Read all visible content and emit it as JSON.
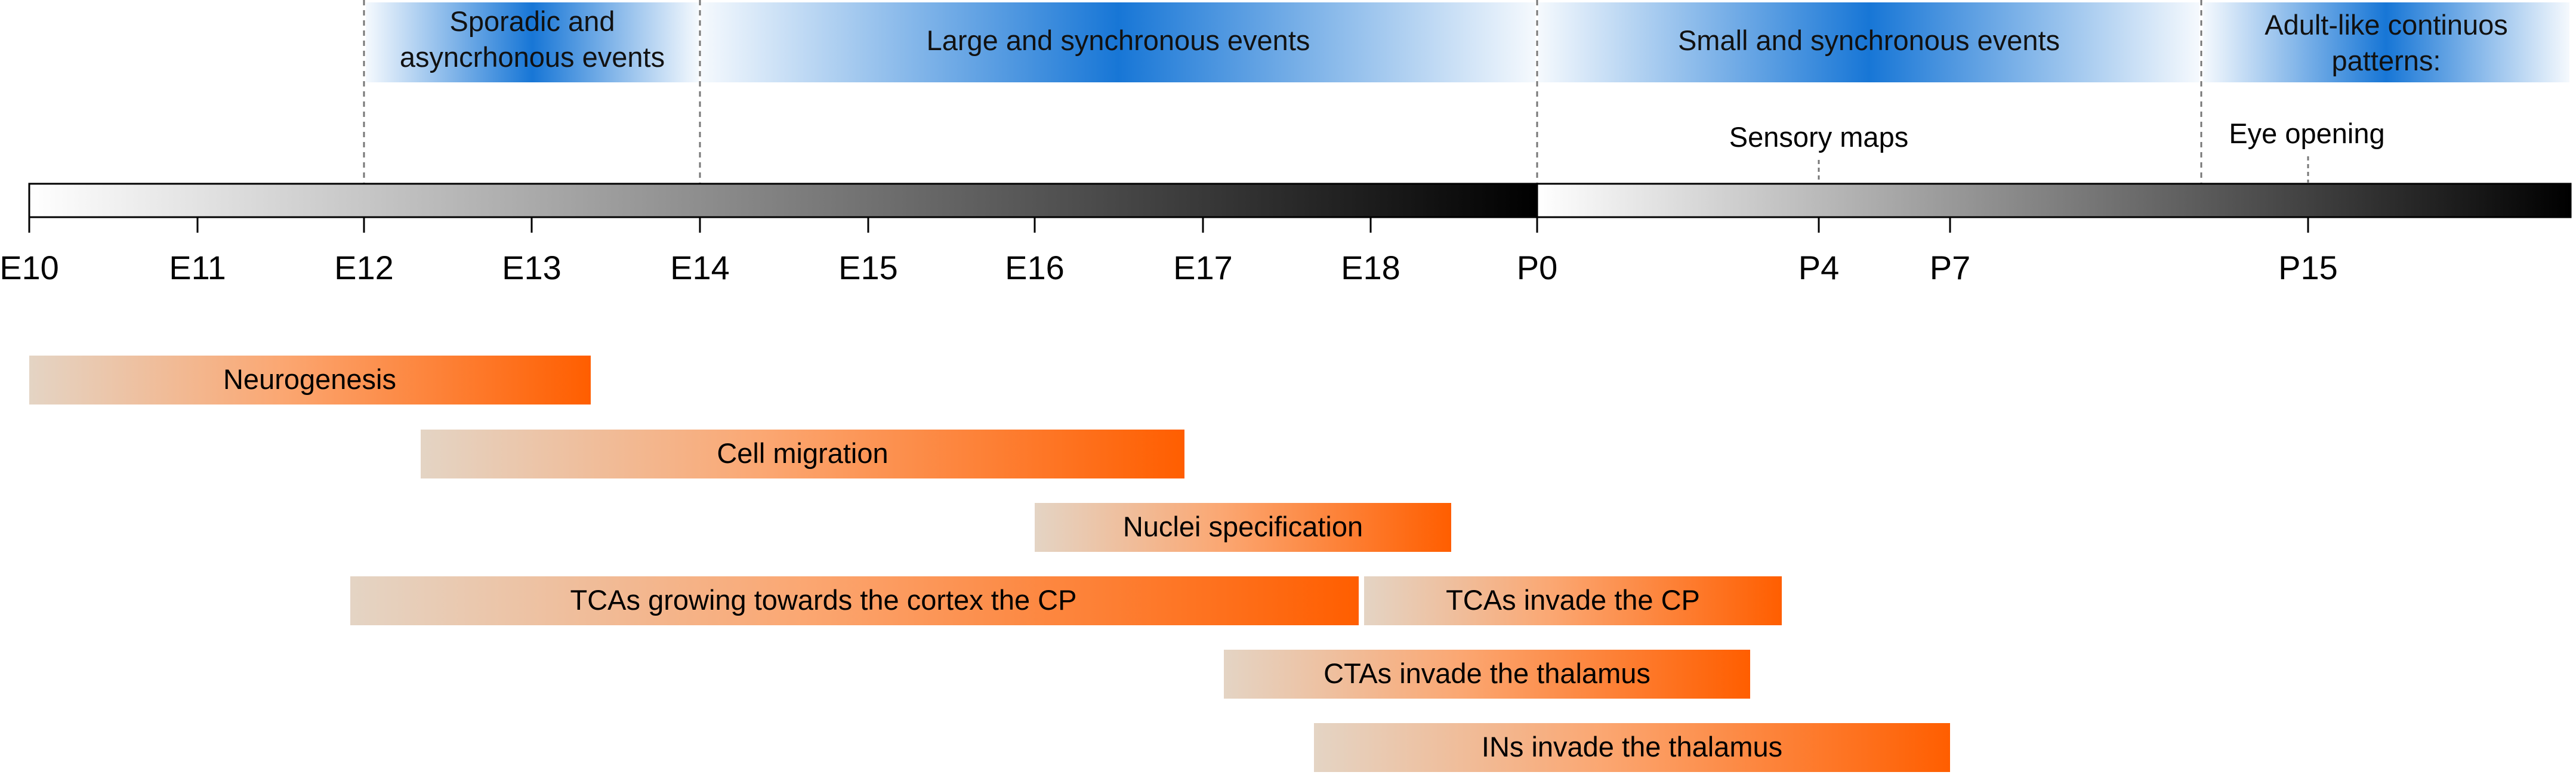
{
  "phases": [
    {
      "lines": [
        "Sporadic and",
        "asyncrhonous events"
      ]
    },
    {
      "lines": [
        "Large and synchronous events"
      ]
    },
    {
      "lines": [
        "Small and synchronous events"
      ]
    },
    {
      "lines": [
        "Adult-like continuos",
        "patterns:"
      ]
    }
  ],
  "timeline": {
    "prenatal_ticks": [
      "E10",
      "E11",
      "E12",
      "E13",
      "E14",
      "E15",
      "E16",
      "E17",
      "E18",
      "P0"
    ],
    "postnatal_ticks": [
      "P4",
      "P7",
      "P15"
    ]
  },
  "milestones": [
    {
      "label": "Sensory maps",
      "at": "P4"
    },
    {
      "label": "Eye opening",
      "at": "P15"
    }
  ],
  "processes": [
    {
      "label": "Neurogenesis"
    },
    {
      "label": "Cell migration"
    },
    {
      "label": "Nuclei specification"
    },
    {
      "label": "TCAs growing towards the cortex the CP"
    },
    {
      "label": "TCAs invade the CP"
    },
    {
      "label": "CTAs invade the thalamus"
    },
    {
      "label": "INs invade the thalamus"
    }
  ],
  "colors": {
    "phase_blue": "#0b6fd4",
    "process_orange": "#ff5e00",
    "process_beige": "#e4d4c4"
  }
}
